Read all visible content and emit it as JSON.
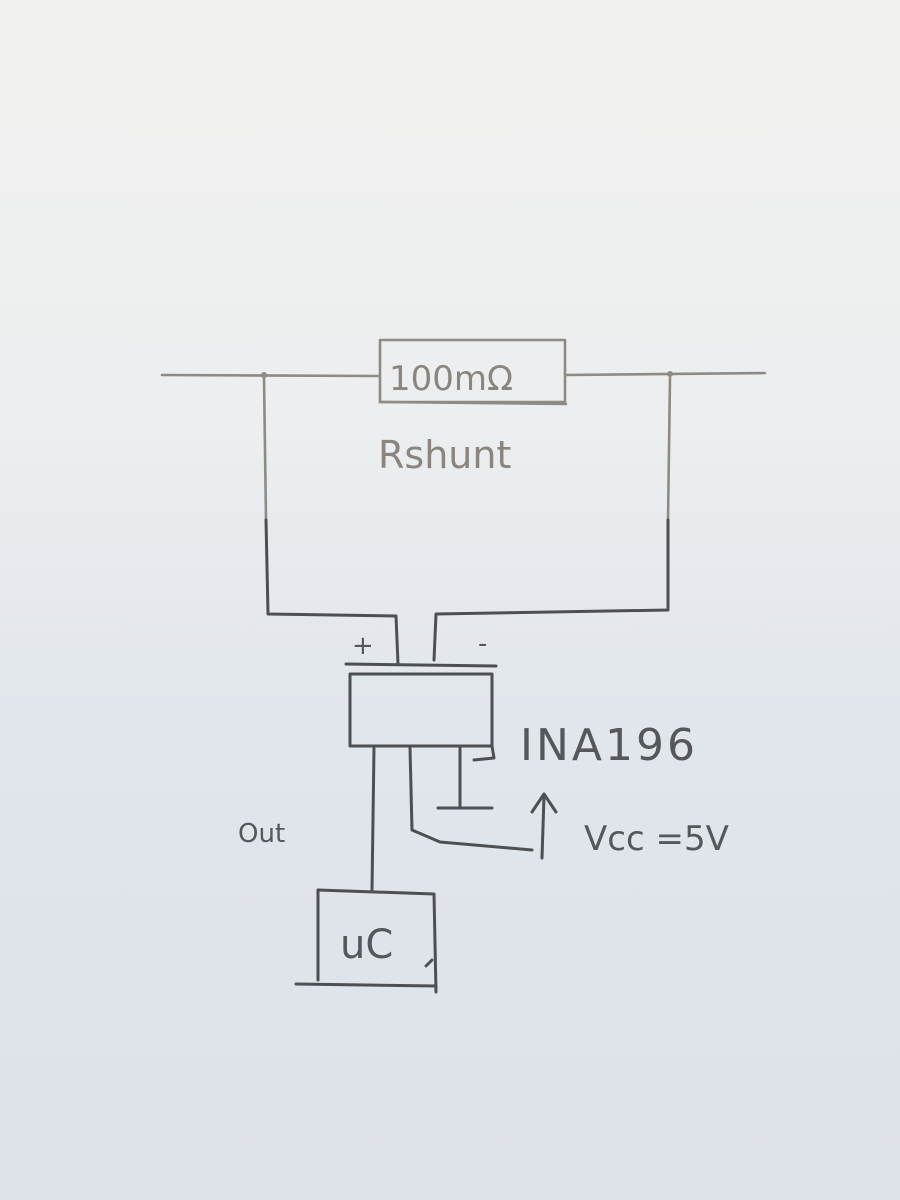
{
  "diagram": {
    "shunt_value": "100mΩ",
    "shunt_name": "Rshunt",
    "plus_terminal": "+",
    "minus_terminal": "-",
    "chip_name": "INA196",
    "supply_label": "Vcc =5V",
    "out_label": "Out",
    "mcu_label": "uC"
  },
  "colors": {
    "paper": "#eceeef",
    "pencil_light": "#8e8a84",
    "pencil_dark": "#4d4f52"
  }
}
